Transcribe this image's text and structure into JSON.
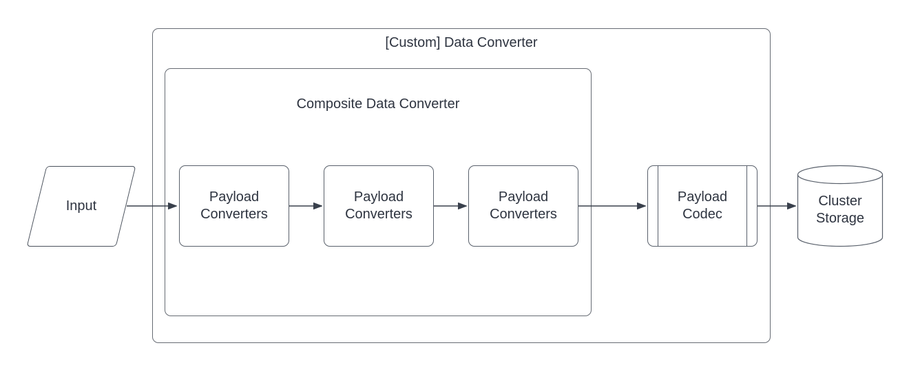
{
  "diagram": {
    "outer_container": {
      "title": "[Custom] Data Converter",
      "shape": "rounded-rectangle"
    },
    "inner_container": {
      "title": "Composite Data Converter",
      "shape": "rounded-rectangle"
    },
    "nodes": {
      "input": {
        "label": "Input",
        "shape": "parallelogram"
      },
      "payload_converter_1": {
        "label": "Payload Converters",
        "shape": "rounded-rectangle"
      },
      "payload_converter_2": {
        "label": "Payload Converters",
        "shape": "rounded-rectangle"
      },
      "payload_converter_3": {
        "label": "Payload Converters",
        "shape": "rounded-rectangle"
      },
      "payload_codec": {
        "label": "Payload Codec",
        "shape": "predefined-process"
      },
      "cluster_storage": {
        "label": "Cluster Storage",
        "shape": "cylinder"
      }
    },
    "edges": [
      {
        "from": "input",
        "to": "payload_converter_1"
      },
      {
        "from": "payload_converter_1",
        "to": "payload_converter_2"
      },
      {
        "from": "payload_converter_2",
        "to": "payload_converter_3"
      },
      {
        "from": "payload_converter_3",
        "to": "payload_codec"
      },
      {
        "from": "payload_codec",
        "to": "cluster_storage"
      }
    ],
    "colors": {
      "background": "#ffffff",
      "container_stroke": "#666B73",
      "shape_stroke": "#59606B",
      "edge_stroke": "#39404C",
      "text": "#2E3440"
    }
  }
}
